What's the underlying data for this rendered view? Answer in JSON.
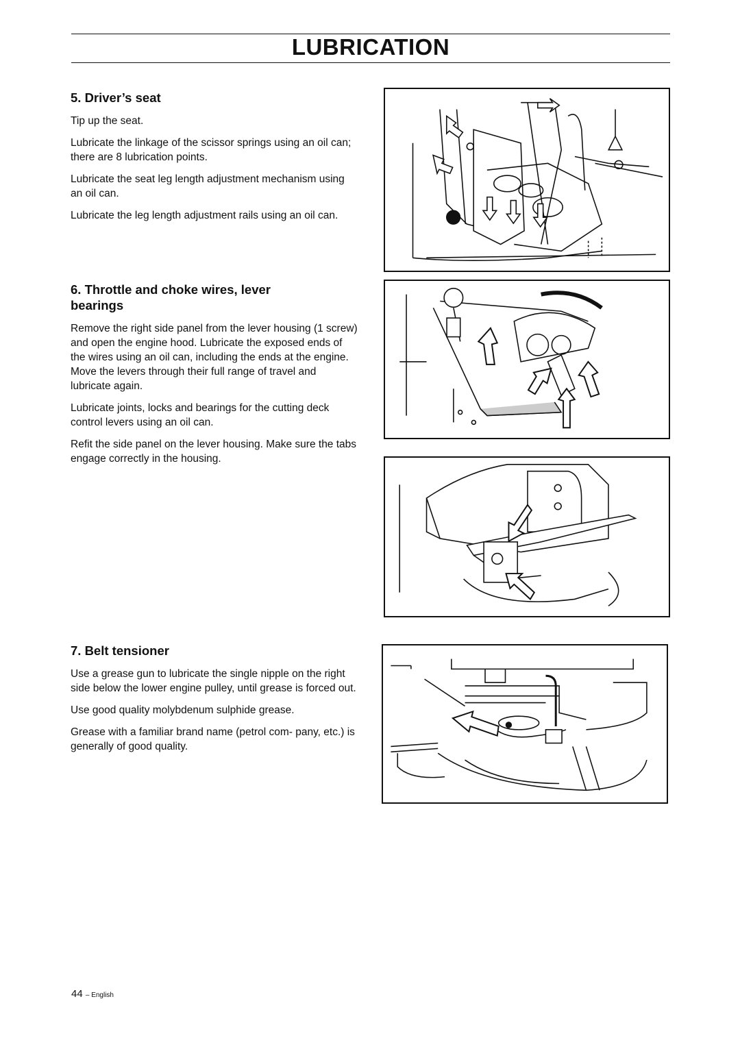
{
  "header": {
    "title": "LUBRICATION"
  },
  "sections": [
    {
      "heading": "5. Driver’s seat",
      "paragraphs": [
        "Tip up the seat.",
        "Lubricate the linkage of the scissor springs using an oil can; there are 8 lubrication points.",
        "Lubricate the seat leg length adjustment mechanism using an oil can.",
        "Lubricate the leg length adjustment rails using an oil can."
      ]
    },
    {
      "heading": "6. Throttle and choke wires, lever bearings",
      "paragraphs": [
        "Remove the right side panel from the lever housing (1 screw) and open the engine hood. Lubricate the exposed ends of the wires using an oil can, including the ends at the engine. Move the levers through their full range of travel and lubricate again.",
        "Lubricate joints, locks and bearings for the cutting deck control levers using an oil can.",
        "Refit the side panel on the lever housing. Make sure the tabs engage correctly in the housing."
      ]
    },
    {
      "heading": "7. Belt tensioner",
      "paragraphs": [
        "Use a grease gun to lubricate the single nipple on the right side below the lower engine pulley, until grease is forced out.",
        "Use good quality molybdenum sulphide grease.",
        "Grease with a familiar brand name (petrol com- pany, etc.) is generally of good quality."
      ]
    }
  ],
  "footer": {
    "page_number": "44",
    "language": "– English"
  }
}
